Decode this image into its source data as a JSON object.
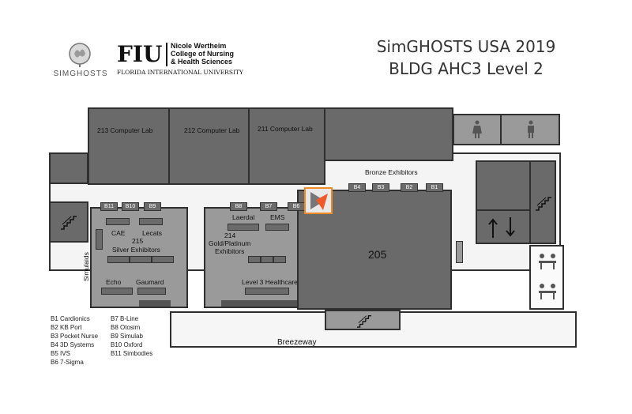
{
  "header": {
    "title_line1": "SimGHOSTS USA 2019",
    "title_line2": "BLDG AHC3 Level 2",
    "simghosts_logo_text": "SIMGHOSTS",
    "fiu_mark": "FIU",
    "fiu_college_line1": "Nicole Wertheim",
    "fiu_college_line2": "College of Nursing",
    "fiu_college_line3": "& Health Sciences",
    "fiu_university": "FLORIDA INTERNATIONAL UNIVERSITY"
  },
  "rooms": {
    "r213": "213 Computer Lab",
    "r212": "212 Computer Lab",
    "r211": "211 Computer Lab",
    "bronze": "Bronze Exhibitors",
    "r205": "205",
    "r215": "215",
    "r215_sub": "Silver Exhibitors",
    "r214": "214",
    "r214_sub1": "Gold/Platinum",
    "r214_sub2": "Exhibitors",
    "breezeway": "Breezeway",
    "simulaids": "Simulaids"
  },
  "exhibitor_labels": {
    "cae": "CAE",
    "lecats": "Lecats",
    "echo": "Echo",
    "gaumard": "Gaumard",
    "laerdal": "Laerdal",
    "ems": "EMS",
    "level3": "Level 3 Healthcare"
  },
  "booths": {
    "b11": "B11",
    "b10": "B10",
    "b9": "B9",
    "b8": "B8",
    "b7": "B7",
    "b6": "B6",
    "b4": "B4",
    "b3": "B3",
    "b2": "B2",
    "b1": "B1"
  },
  "legend_left": [
    "B1 Cardionics",
    "B2 KB Port",
    "B3 Pocket Nurse",
    "B4 3D Systems",
    "B5 IVS",
    "B6 7-Sigma"
  ],
  "legend_right": [
    "B7 B-Line",
    "B8 Otosim",
    "B9 Simulab",
    "B10 Oxford",
    "B11 Simbodies"
  ],
  "colors": {
    "dark_room": "#6a6a6a",
    "mid_room": "#9a9a9a",
    "marker_accent": "#f08a24"
  },
  "icons": [
    "stairs-icon",
    "restroom-women-icon",
    "restroom-men-icon",
    "elevator-icon",
    "you-are-here-marker-icon",
    "meeting-people-icon"
  ]
}
